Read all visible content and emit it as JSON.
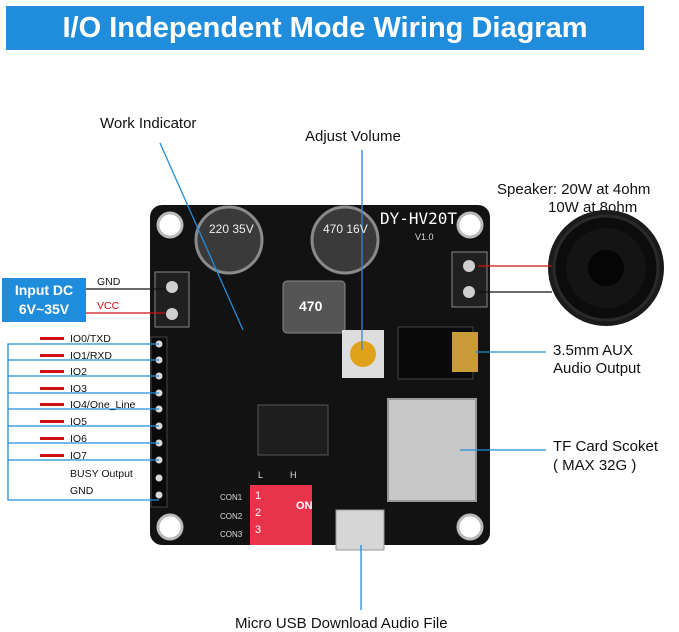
{
  "title": "I/O Independent Mode Wiring Diagram",
  "callouts": {
    "work_indicator": "Work Indicator",
    "adjust_volume": "Adjust Volume",
    "speaker_line1": "Speaker: 20W at 4ohm",
    "speaker_line2": "10W at 8ohm",
    "aux_line1": "3.5mm AUX",
    "aux_line2": "Audio Output",
    "tf_line1": "TF Card Scoket",
    "tf_line2": "( MAX 32G )",
    "usb": "Micro USB Download Audio File"
  },
  "input_dc": {
    "line1": "Input DC",
    "line2": "6V~35V",
    "gnd": "GND",
    "vcc": "VCC"
  },
  "io_pins": [
    "IO0/TXD",
    "IO1/RXD",
    "IO2",
    "IO3",
    "IO4/One_Line",
    "IO5",
    "IO6",
    "IO7",
    "BUSY Output",
    "GND"
  ],
  "board": {
    "model": "DY-HV20T",
    "version": "V1.0",
    "cap1": "220 35V",
    "cap2": "470 16V",
    "inductor": "470",
    "con_labels": [
      "CON1",
      "CON2",
      "CON3"
    ],
    "switch_on": "ON",
    "switch_numbers": [
      "1",
      "2",
      "3"
    ],
    "switch_lh": [
      "L",
      "H"
    ]
  },
  "colors": {
    "banner": "#1f8ddc",
    "board": "#111111",
    "switch": "#e8334a",
    "wire_red": "#d01010",
    "leader": "#1f8ddc"
  }
}
